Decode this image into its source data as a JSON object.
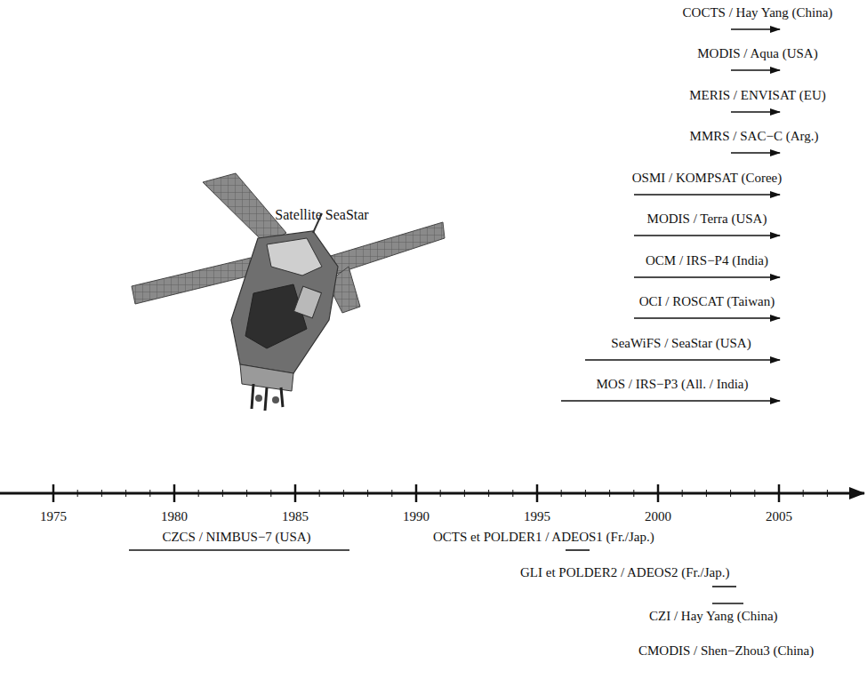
{
  "diagram": {
    "labels": [
      "COCTS / Hay Yang (China)",
      "MODIS / Aqua (USA)",
      "MERIS / ENVISAT (EU)",
      "MMRS / SAC−C (Arg.)",
      "OSMI / KOMPSAT (Coree)",
      "MODIS / Terra (USA)",
      "OCM / IRS−P4 (India)",
      "OCI / ROSCAT (Taiwan)",
      "SeaWiFS / SeaStar (USA)",
      "MOS / IRS−P3 (All. / India)",
      "Satellite SeaStar",
      "1975",
      "1980",
      "1985",
      "1990",
      "1995",
      "2000",
      "2005",
      "CZCS / NIMBUS−7 (USA)",
      "OCTS et POLDER1 / ADEOS1 (Fr./Jap.)",
      "GLI et POLDER2 / ADEOS2 (Fr./Jap.)",
      "CZI / Hay Yang (China)",
      "CMODIS / Shen−Zhou3 (China)"
    ]
  }
}
